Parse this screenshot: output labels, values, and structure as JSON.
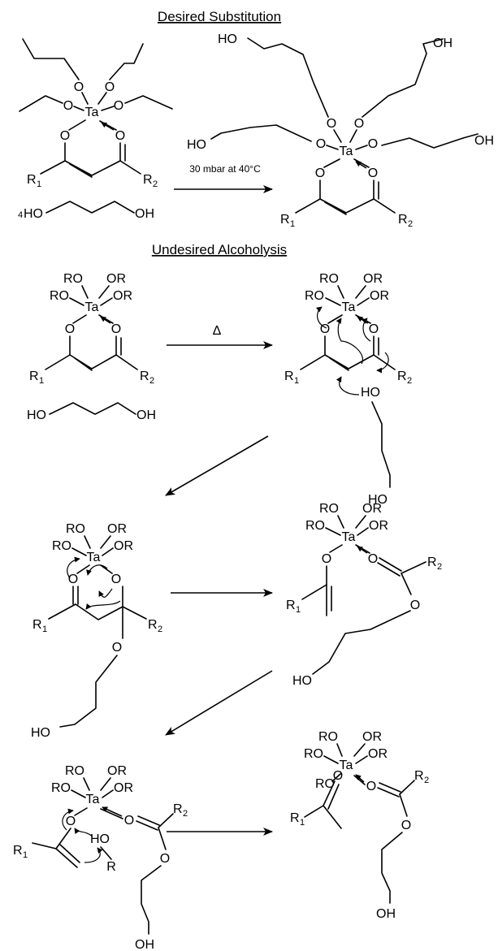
{
  "titles": {
    "desired": "Desired Substitution",
    "undesired": "Undesired Alcoholysis"
  },
  "atoms": {
    "ta": "Ta",
    "o": "O",
    "ho": "HO",
    "oh": "OH",
    "ro": "RO",
    "or": "OR",
    "r": "R",
    "r1": "R",
    "r1_sub": "1",
    "r2": "R",
    "r2_sub": "2",
    "stoich_four": "4",
    "ho_single": "HO"
  },
  "conditions": {
    "vacuum": "30 mbar at 40°C",
    "heat": "Δ"
  },
  "colors": {
    "ink": "#000000",
    "background": "#ffffff"
  }
}
